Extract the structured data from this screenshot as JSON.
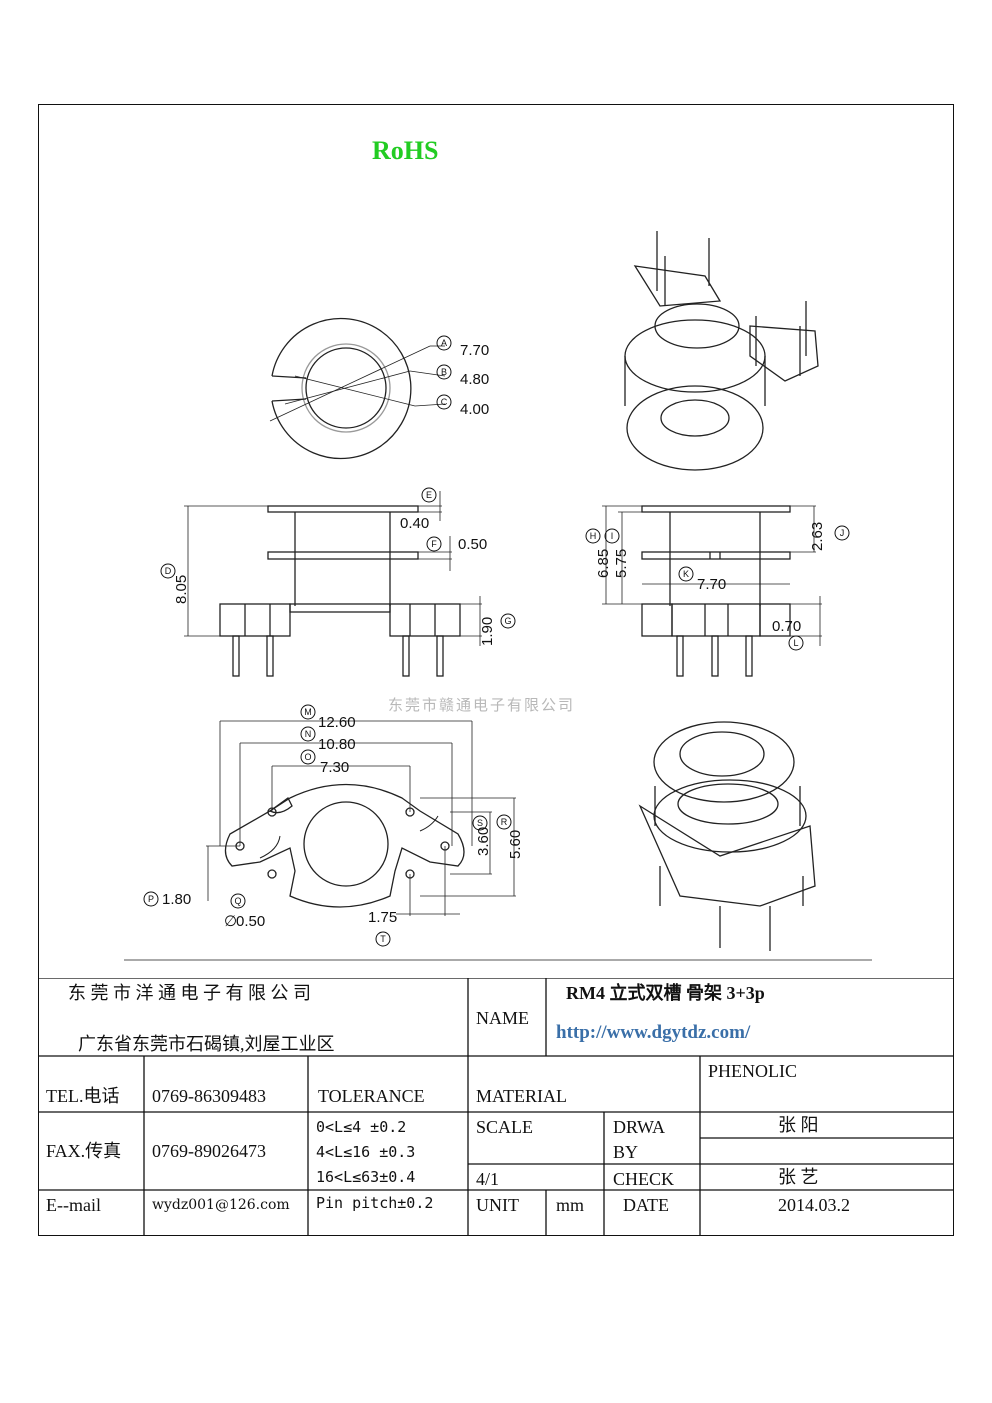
{
  "header": {
    "rohs": "RoHS",
    "rohs_color": "#22cc22"
  },
  "watermark": "东莞市赣通电子有限公司",
  "drawing": {
    "top_view": {
      "A": "7.70",
      "B": "4.80",
      "C": "4.00"
    },
    "front_view": {
      "D": "8.05",
      "E": "0.40",
      "F": "0.50",
      "G": "1.90"
    },
    "side_view": {
      "H": "6.85",
      "I": "5.75",
      "J": "2.63",
      "K": "7.70",
      "L": "0.70"
    },
    "bottom_view": {
      "M": "12.60",
      "N": "10.80",
      "O": "7.30",
      "P": "1.80",
      "Q": "0.50",
      "R": "5.60",
      "S": "3.60",
      "T": "1.75"
    }
  },
  "title_block": {
    "company": "东 莞 市 洋 通 电 子 有 限 公 司",
    "address": "广东省东莞市石碣镇,刘屋工业区",
    "name_label": "NAME",
    "product_name": "RM4  立式双槽 骨架 3+3p",
    "website": "http://www.dgytdz.com/",
    "website_color": "#3a6fa8",
    "tel_label": "TEL.电话",
    "tel_value": "0769-86309483",
    "tolerance_label": "TOLERANCE",
    "material_label": "MATERIAL",
    "material_value": "PHENOLIC",
    "fax_label": "FAX.传真",
    "fax_value": "0769-89026473",
    "tolerances": [
      "0<L≤4   ±0.2",
      "4<L≤16  ±0.3",
      "16<L≤63±0.4",
      "Pin pitch±0.2"
    ],
    "scale_label": "SCALE",
    "scale_value": "4/1",
    "drawn_by_label_1": "DRWA",
    "drawn_by_label_2": "BY",
    "drawn_by_value": "张 阳",
    "check_label": "CHECK",
    "check_value": "张 艺",
    "email_label": "E--mail",
    "email_value": "wydz001@126.com",
    "unit_label": "UNIT",
    "unit_value": "mm",
    "date_label": "DATE",
    "date_value": "2014.03.2"
  }
}
